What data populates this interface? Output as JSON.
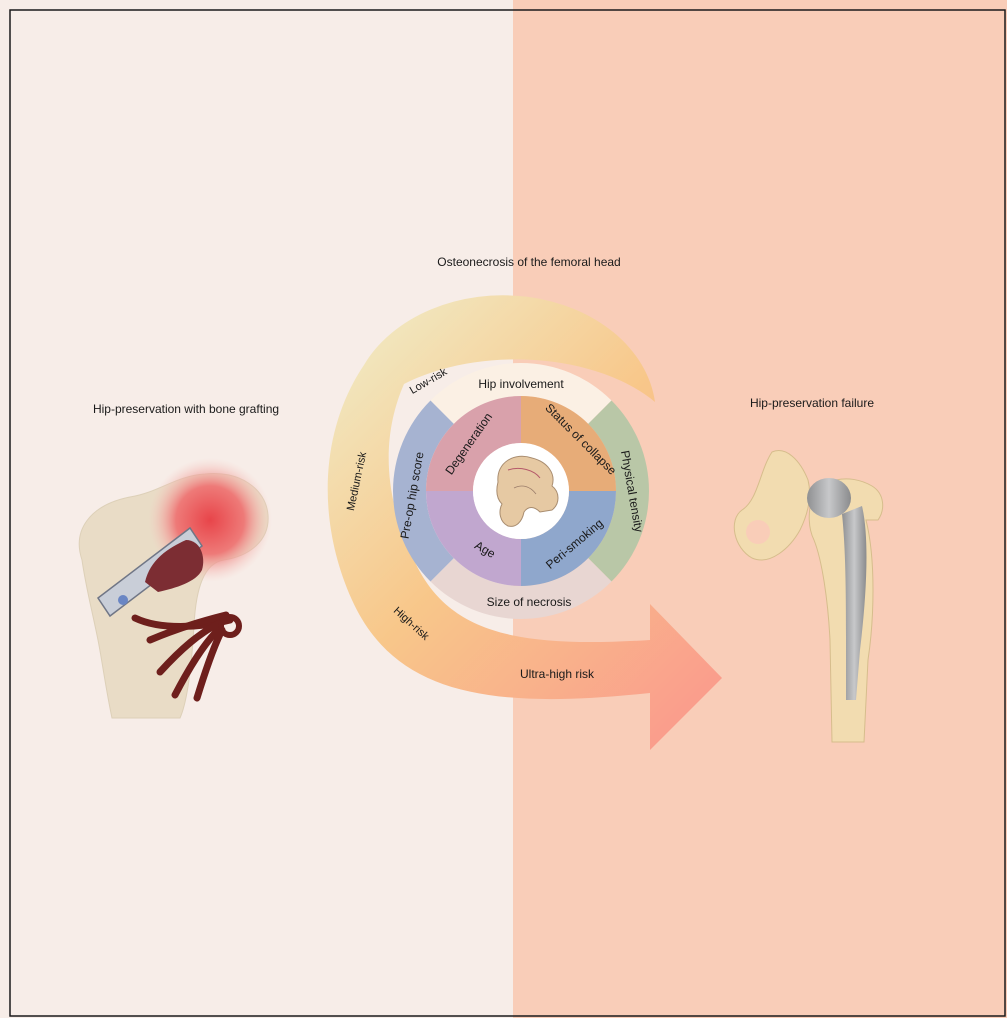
{
  "title": "Osteonecrosis of the femoral head",
  "left_caption": "Hip-preservation with bone grafting",
  "right_caption": "Hip-preservation failure",
  "risk_levels": [
    "Low-risk",
    "Medium-risk",
    "High-risk",
    "Ultra-high risk"
  ],
  "outer_factors": [
    {
      "label": "Hip  involvement",
      "color": "#fbf0e4"
    },
    {
      "label": "Physical tensity",
      "color": "#b9c7a7"
    },
    {
      "label": "Size of necrosis",
      "color": "#e8d6d2"
    },
    {
      "label": "Pre-op hip score",
      "color": "#a6b3d1"
    }
  ],
  "inner_factors": [
    {
      "label": "Status of collapse",
      "color": "#e7ac78"
    },
    {
      "label": "Peri-smoking",
      "color": "#8fa7cc"
    },
    {
      "label": "Age",
      "color": "#c1a7cf"
    },
    {
      "label": "Degeneration",
      "color": "#d9a1ab"
    }
  ],
  "colors": {
    "left_background": "#f7ede8",
    "right_background": "#f9cdb8",
    "frame": "#1a1a1a",
    "arrow_start": "#f1e7bf",
    "arrow_mid": "#f8c78a",
    "arrow_end": "#fa9b8c"
  }
}
